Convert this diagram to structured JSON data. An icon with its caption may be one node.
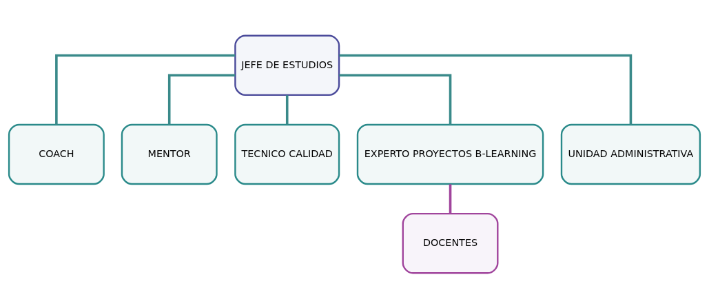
{
  "diagram": {
    "nodes": [
      {
        "text": [
          "JEFE DE ESTUDIOS"
        ]
      },
      {
        "text": [
          "COACH"
        ]
      },
      {
        "text": [
          "MENTOR"
        ]
      },
      {
        "text": [
          "TECNICO CALIDAD"
        ]
      },
      {
        "text": [
          "EXPERTO PROYECTOS B-LEARNING"
        ]
      },
      {
        "text": [
          "UNIDAD ADMINISTRATIVA"
        ]
      },
      {
        "text": [
          "DOCENTES"
        ]
      }
    ],
    "edges": [
      {
        "from": 0,
        "to": 1,
        "arrow": "none"
      },
      {
        "from": 0,
        "to": 2,
        "arrow": "none"
      },
      {
        "from": 0,
        "to": 3,
        "arrow": "none"
      },
      {
        "from": 0,
        "to": 4,
        "arrow": "none"
      },
      {
        "from": 0,
        "to": 5,
        "arrow": "none"
      },
      {
        "from": 4,
        "to": 6,
        "arrow": "none",
        "color": "#a0449c"
      }
    ]
  }
}
